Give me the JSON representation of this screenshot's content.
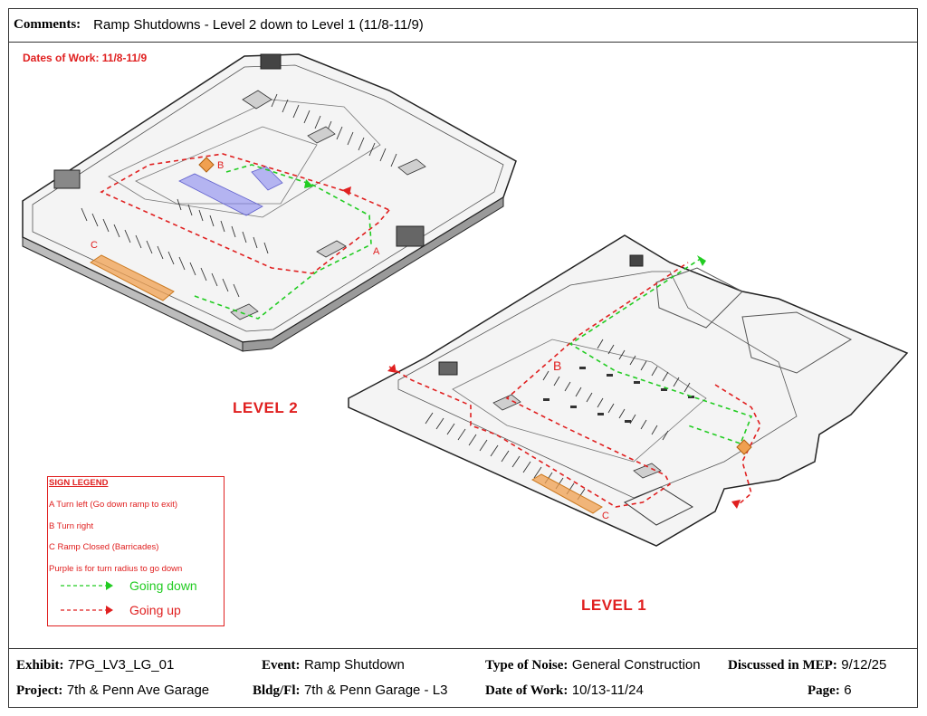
{
  "comments": {
    "label": "Comments:",
    "text": "Ramp Shutdowns - Level 2 down to Level 1 (11/8-11/9)"
  },
  "dates_of_work_note": "Dates of Work: 11/8-11/9",
  "levels": {
    "level2": "LEVEL 2",
    "level1": "LEVEL 1"
  },
  "sign_markers": {
    "A": "A",
    "B": "B",
    "C": "C"
  },
  "legend": {
    "title": "SIGN LEGEND",
    "items": [
      "A Turn left (Go down ramp to exit)",
      "B Turn right",
      "C Ramp Closed (Barricades)",
      "Purple is for turn radius to go down"
    ],
    "going_down": "Going down",
    "going_up": "Going up"
  },
  "colors": {
    "going_down": "#22cc22",
    "going_up": "#e02020",
    "turn_radius": "#8080ee",
    "closed_ramp": "#f0a050"
  },
  "footer": {
    "exhibit_label": "Exhibit:",
    "exhibit_value": "7PG_LV3_LG_01",
    "event_label": "Event:",
    "event_value": "Ramp Shutdown",
    "noise_label": "Type of Noise:",
    "noise_value": "General Construction",
    "mep_label": "Discussed in MEP:",
    "mep_value": "9/12/25",
    "project_label": "Project:",
    "project_value": "7th & Penn Ave Garage",
    "bldg_label": "Bldg/Fl:",
    "bldg_value": "7th & Penn Garage - L3",
    "date_label": "Date of Work:",
    "date_value": "10/13-11/24",
    "page_label": "Page:",
    "page_value": "6"
  }
}
